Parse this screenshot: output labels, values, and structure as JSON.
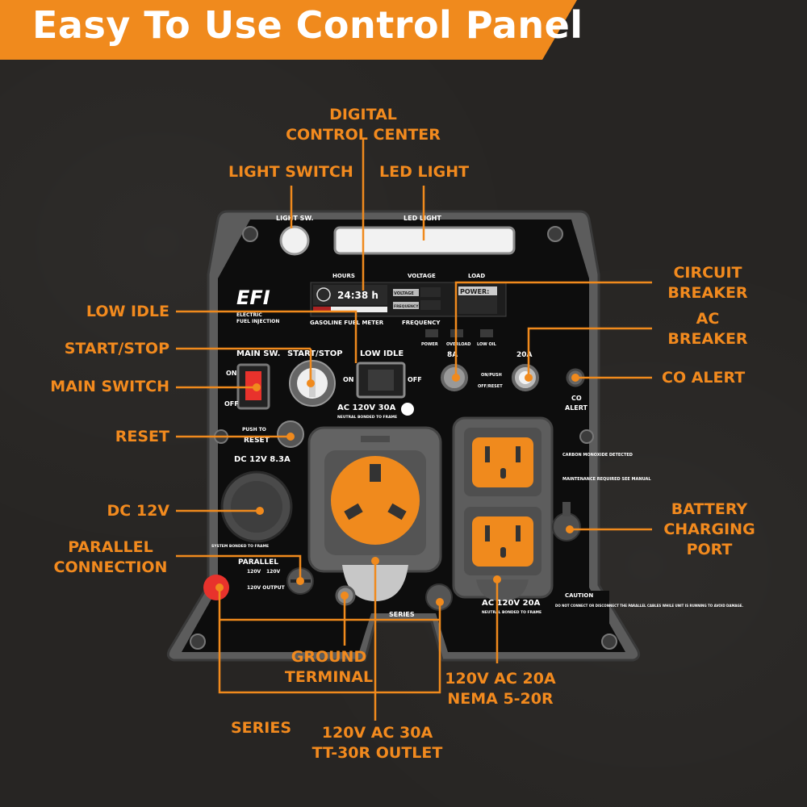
{
  "banner": {
    "title": "Easy To Use Control Panel"
  },
  "callouts": {
    "digital_control_center": "DIGITAL\nCONTROL CENTER",
    "light_switch": "LIGHT SWITCH",
    "led_light": "LED LIGHT",
    "circuit_breaker": "CIRCUIT\nBREAKER",
    "low_idle": "LOW IDLE",
    "ac_breaker": "AC\nBREAKER",
    "start_stop": "START/STOP",
    "main_switch": "MAIN SWITCH",
    "co_alert": "CO ALERT",
    "reset": "RESET",
    "dc_12v": "DC 12V",
    "battery_charging_port": "BATTERY\nCHARGING\nPORT",
    "parallel_connection": "PARALLEL\nCONNECTION",
    "ground_terminal": "GROUND\nTERMINAL",
    "outlet_20a": "120V AC 20A\nNEMA 5-20R",
    "series": "SERIES",
    "outlet_30a": "120V AC 30A\nTT-30R OUTLET"
  },
  "panel": {
    "light_sw": "LIGHT SW.",
    "led_light": "LED LIGHT",
    "brand": "EFI",
    "brand_sub1": "ELECTRIC",
    "brand_sub2": "FUEL INJECTION",
    "hours": "HOURS",
    "voltage": "VOLTAGE",
    "load": "LOAD",
    "hours_display": "24:38 h",
    "voltage_tag": "VOLTAGE",
    "frequency_tag": "FREQUENCY",
    "power_tag": "POWER:",
    "gasoline_fuel_meter": "GASOLINE FUEL METER",
    "frequency": "FREQUENCY",
    "ind_power": "POWER",
    "ind_overload": "OVERLOAD",
    "ind_low_oil": "LOW OIL",
    "main_sw": "MAIN SW.",
    "start_stop": "START/STOP",
    "low_idle": "LOW IDLE",
    "on": "ON",
    "off": "OFF",
    "amp_8": "8A",
    "amp_20": "20A",
    "on_push": "ON/PUSH",
    "off_reset": "OFF/RESET",
    "co": "CO",
    "alert": "ALERT",
    "ac_30a": "AC 120V 30A",
    "neutral_bonded": "NEUTRAL BONDED TO FRAME",
    "push_to": "PUSH TO",
    "reset": "RESET",
    "dc_12v": "DC 12V 8.3A",
    "system_bonded": "SYSTEM BONDED TO FRAME",
    "parallel": "PARALLEL",
    "v120_1": "120V",
    "v120_2": "120V",
    "out_120v": "120V OUTPUT",
    "series": "SERIES",
    "ac_20a": "AC 120V 20A",
    "carbon": "CARBON MONOXIDE DETECTED",
    "maintenance": "MAINTENANCE REQUIRED SEE MANUAL",
    "caution": "CAUTION",
    "caution_text": "DO NOT CONNECT OR DISCONNECT THE PARALLEL CABLES WHILE UNIT IS RUNNING TO AVOID DAMAGE."
  },
  "colors": {
    "accent": "#f08a1d",
    "panel": "#0d0d0d",
    "frame": "#5a5a5a"
  }
}
